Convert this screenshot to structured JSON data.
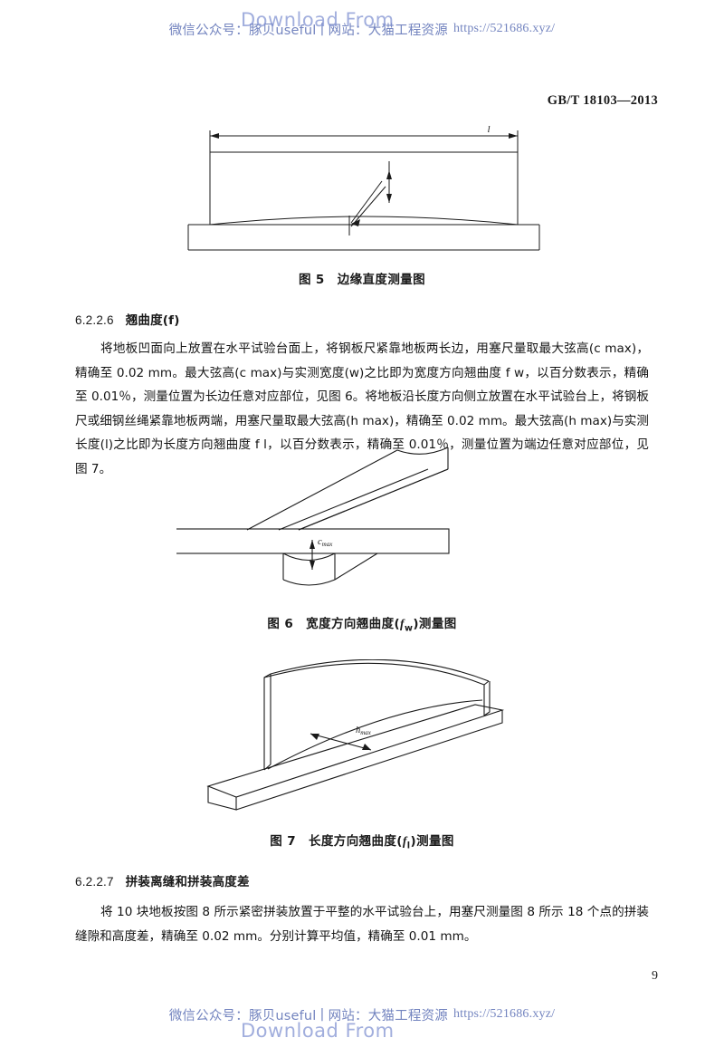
{
  "document": {
    "standard_id": "GB/T 18103—2013",
    "page_number": "9"
  },
  "watermark": {
    "wechat_label": "微信公众号：",
    "wechat_name": "豚贝useful",
    "separator": "|",
    "site_label": "网站：",
    "site_name": "大猫工程资源",
    "url": "https://521686.xyz/",
    "overlay_text": "Download From"
  },
  "figures": [
    {
      "id": "figure-5",
      "caption_number": "图 5",
      "caption_title": "边缘直度测量图",
      "labels": {
        "length": "l"
      }
    },
    {
      "id": "figure-6",
      "caption_number": "图 6",
      "caption_title": "宽度方向翘曲度(f<sub>w</sub>)测量图",
      "caption_plain": "宽度方向翘曲度(fw)测量图",
      "labels": {
        "chord": "c",
        "chord_sub": "max"
      }
    },
    {
      "id": "figure-7",
      "caption_number": "图 7",
      "caption_title": "长度方向翘曲度(f<sub>l</sub>)测量图",
      "caption_plain": "长度方向翘曲度(fl)测量图",
      "labels": {
        "chord": "h",
        "chord_sub": "max"
      }
    }
  ],
  "sections": [
    {
      "id": "6.2.2.6",
      "number": "6.2.2.6",
      "title": "翘曲度(f)",
      "body": "将地板凹面向上放置在水平试验台面上，将钢板尺紧靠地板两长边，用塞尺量取最大弦高(c max)，精确至 0.02 mm。最大弦高(c max)与实测宽度(w)之比即为宽度方向翘曲度 f w，以百分数表示，精确至 0.01％，测量位置为长边任意对应部位，见图 6。将地板沿长度方向侧立放置在水平试验台上，将钢板尺或细钢丝绳紧靠地板两端，用塞尺量取最大弦高(h max)，精确至 0.02 mm。最大弦高(h max)与实测长度(l)之比即为长度方向翘曲度 f l，以百分数表示，精确至 0.01％，测量位置为端边任意对应部位，见图 7。"
    },
    {
      "id": "6.2.2.7",
      "number": "6.2.2.7",
      "title": "拼装离缝和拼装高度差",
      "body": "将 10 块地板按图 8 所示紧密拼装放置于平整的水平试验台上，用塞尺测量图 8 所示 18 个点的拼装缝隙和高度差，精确至 0.02 mm。分别计算平均值，精确至 0.01 mm。"
    }
  ],
  "colors": {
    "watermark": "#5b6fb5",
    "overlay": "#7e8fd0",
    "ink": "#141414"
  }
}
